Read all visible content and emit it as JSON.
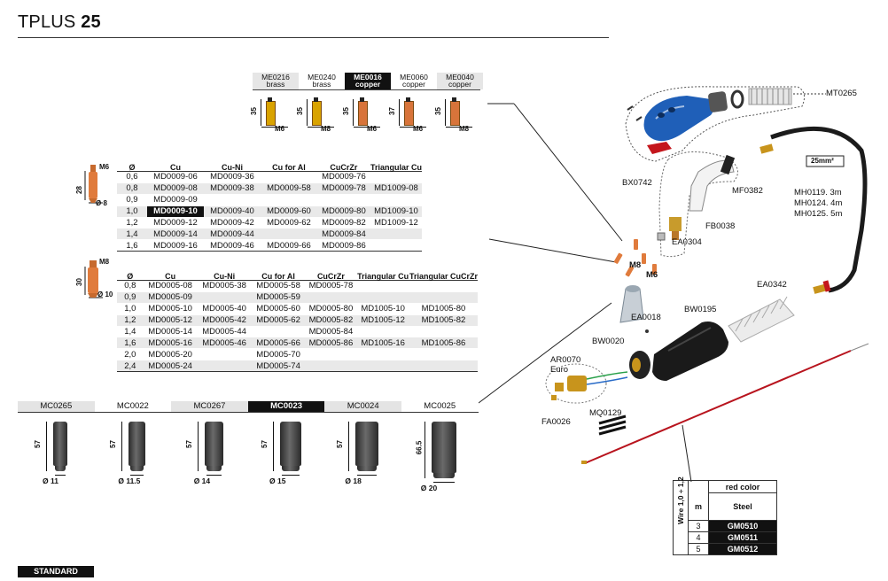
{
  "title": {
    "prefix": "TPLUS",
    "bold": "25"
  },
  "electrode_holders": [
    {
      "code": "ME0216",
      "material": "brass",
      "length": "35",
      "thread": "M6",
      "color": "#d9a300"
    },
    {
      "code": "ME0240",
      "material": "brass",
      "length": "35",
      "thread": "M8",
      "color": "#d9a300"
    },
    {
      "code": "ME0016",
      "material": "copper",
      "length": "35",
      "thread": "M6",
      "color": "#d8743a",
      "selected": true
    },
    {
      "code": "ME0060",
      "material": "copper",
      "length": "37",
      "thread": "M6",
      "color": "#d8743a"
    },
    {
      "code": "ME0040",
      "material": "copper",
      "length": "35",
      "thread": "M8",
      "color": "#d8743a"
    }
  ],
  "tip_m6": {
    "thread": "M6",
    "length": "28",
    "diameter": "Ø 8",
    "headers": [
      "Ø",
      "Cu",
      "Cu-Ni",
      "Cu for Al",
      "CuCrZr",
      "Triangular Cu"
    ],
    "rows": [
      [
        "0,6",
        "MD0009-06",
        "MD0009-36",
        "",
        "MD0009-76",
        ""
      ],
      [
        "0,8",
        "MD0009-08",
        "MD0009-38",
        "MD0009-58",
        "MD0009-78",
        "MD1009-08"
      ],
      [
        "0,9",
        "MD0009-09",
        "",
        "",
        "",
        ""
      ],
      [
        "1,0",
        "MD0009-10",
        "MD0009-40",
        "MD0009-60",
        "MD0009-80",
        "MD1009-10"
      ],
      [
        "1,2",
        "MD0009-12",
        "MD0009-42",
        "MD0009-62",
        "MD0009-82",
        "MD1009-12"
      ],
      [
        "1,4",
        "MD0009-14",
        "MD0009-44",
        "",
        "MD0009-84",
        ""
      ],
      [
        "1,6",
        "MD0009-16",
        "MD0009-46",
        "MD0009-66",
        "MD0009-86",
        ""
      ]
    ],
    "selected_code": "MD0009-10"
  },
  "tip_m8": {
    "thread": "M8",
    "length": "30",
    "diameter": "Ø 10",
    "headers": [
      "Ø",
      "Cu",
      "Cu-Ni",
      "Cu for Al",
      "CuCrZr",
      "Triangular Cu",
      "Triangular CuCrZr"
    ],
    "rows": [
      [
        "0,8",
        "MD0005-08",
        "MD0005-38",
        "MD0005-58",
        "MD0005-78",
        "",
        ""
      ],
      [
        "0,9",
        "MD0005-09",
        "",
        "MD0005-59",
        "",
        "",
        ""
      ],
      [
        "1,0",
        "MD0005-10",
        "MD0005-40",
        "MD0005-60",
        "MD0005-80",
        "MD1005-10",
        "MD1005-80"
      ],
      [
        "1,2",
        "MD0005-12",
        "MD0005-42",
        "MD0005-62",
        "MD0005-82",
        "MD1005-12",
        "MD1005-82"
      ],
      [
        "1,4",
        "MD0005-14",
        "MD0005-44",
        "",
        "MD0005-84",
        "",
        ""
      ],
      [
        "1,6",
        "MD0005-16",
        "MD0005-46",
        "MD0005-66",
        "MD0005-86",
        "MD1005-16",
        "MD1005-86"
      ],
      [
        "2,0",
        "MD0005-20",
        "",
        "MD0005-70",
        "",
        "",
        ""
      ],
      [
        "2,4",
        "MD0005-24",
        "",
        "MD0005-74",
        "",
        "",
        ""
      ]
    ]
  },
  "nozzles": [
    {
      "code": "MC0265",
      "length": "57",
      "diameter": "Ø 11"
    },
    {
      "code": "MC0022",
      "length": "57",
      "diameter": "Ø 11.5"
    },
    {
      "code": "MC0267",
      "length": "57",
      "diameter": "Ø 14"
    },
    {
      "code": "MC0023",
      "length": "57",
      "diameter": "Ø 15",
      "selected": true
    },
    {
      "code": "MC0024",
      "length": "57",
      "diameter": "Ø 18"
    },
    {
      "code": "MC0025",
      "length": "66.5",
      "diameter": "Ø 20"
    }
  ],
  "standard_label": "STANDARD",
  "parts": {
    "mt0265": "MT0265",
    "bx0742": "BX0742",
    "mf0382": "MF0382",
    "fb0038": "FB0038",
    "ea0304": "EA0304",
    "m8": "M8",
    "m6": "M6",
    "ea0018": "EA0018",
    "bw0195": "BW0195",
    "bw0020": "BW0020",
    "ar0070": "AR0070",
    "euro": "Euro",
    "fa0026": "FA0026",
    "mq0129": "MQ0129",
    "ea0342": "EA0342",
    "mh1": "MH0119. 3m",
    "mh2": "MH0124. 4m",
    "mh3": "MH0125. 5m",
    "section": "25mm²"
  },
  "wire_table": {
    "side_label": "Wire 1,0 ÷ 1,2",
    "head_color": "red color",
    "col_m": "m",
    "col_steel": "Steel",
    "rows": [
      [
        "3",
        "GM0510"
      ],
      [
        "4",
        "GM0511"
      ],
      [
        "5",
        "GM0512"
      ]
    ]
  },
  "colors": {
    "accent_blue": "#1f5fb8",
    "copper": "#d8743a",
    "brass": "#d9a300",
    "liner_red": "#b8141e",
    "cable": "#1b1b1b"
  }
}
